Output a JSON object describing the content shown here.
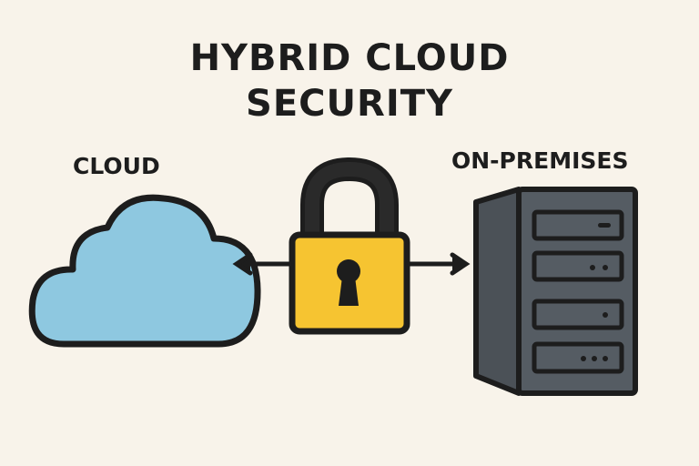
{
  "title": {
    "line1": "HYBRID CLOUD",
    "line2": "SECURITY"
  },
  "labels": {
    "cloud": "CLOUD",
    "on_premises": "ON-PREMISES"
  },
  "icons": [
    "cloud-icon",
    "padlock-icon",
    "server-icon",
    "bidirectional-arrow-icon"
  ],
  "colors": {
    "background": "#f8f3ea",
    "cloud": "#8ec8e0",
    "lock": "#f6c431",
    "server": "#555c63",
    "outline": "#1d1d1d"
  }
}
